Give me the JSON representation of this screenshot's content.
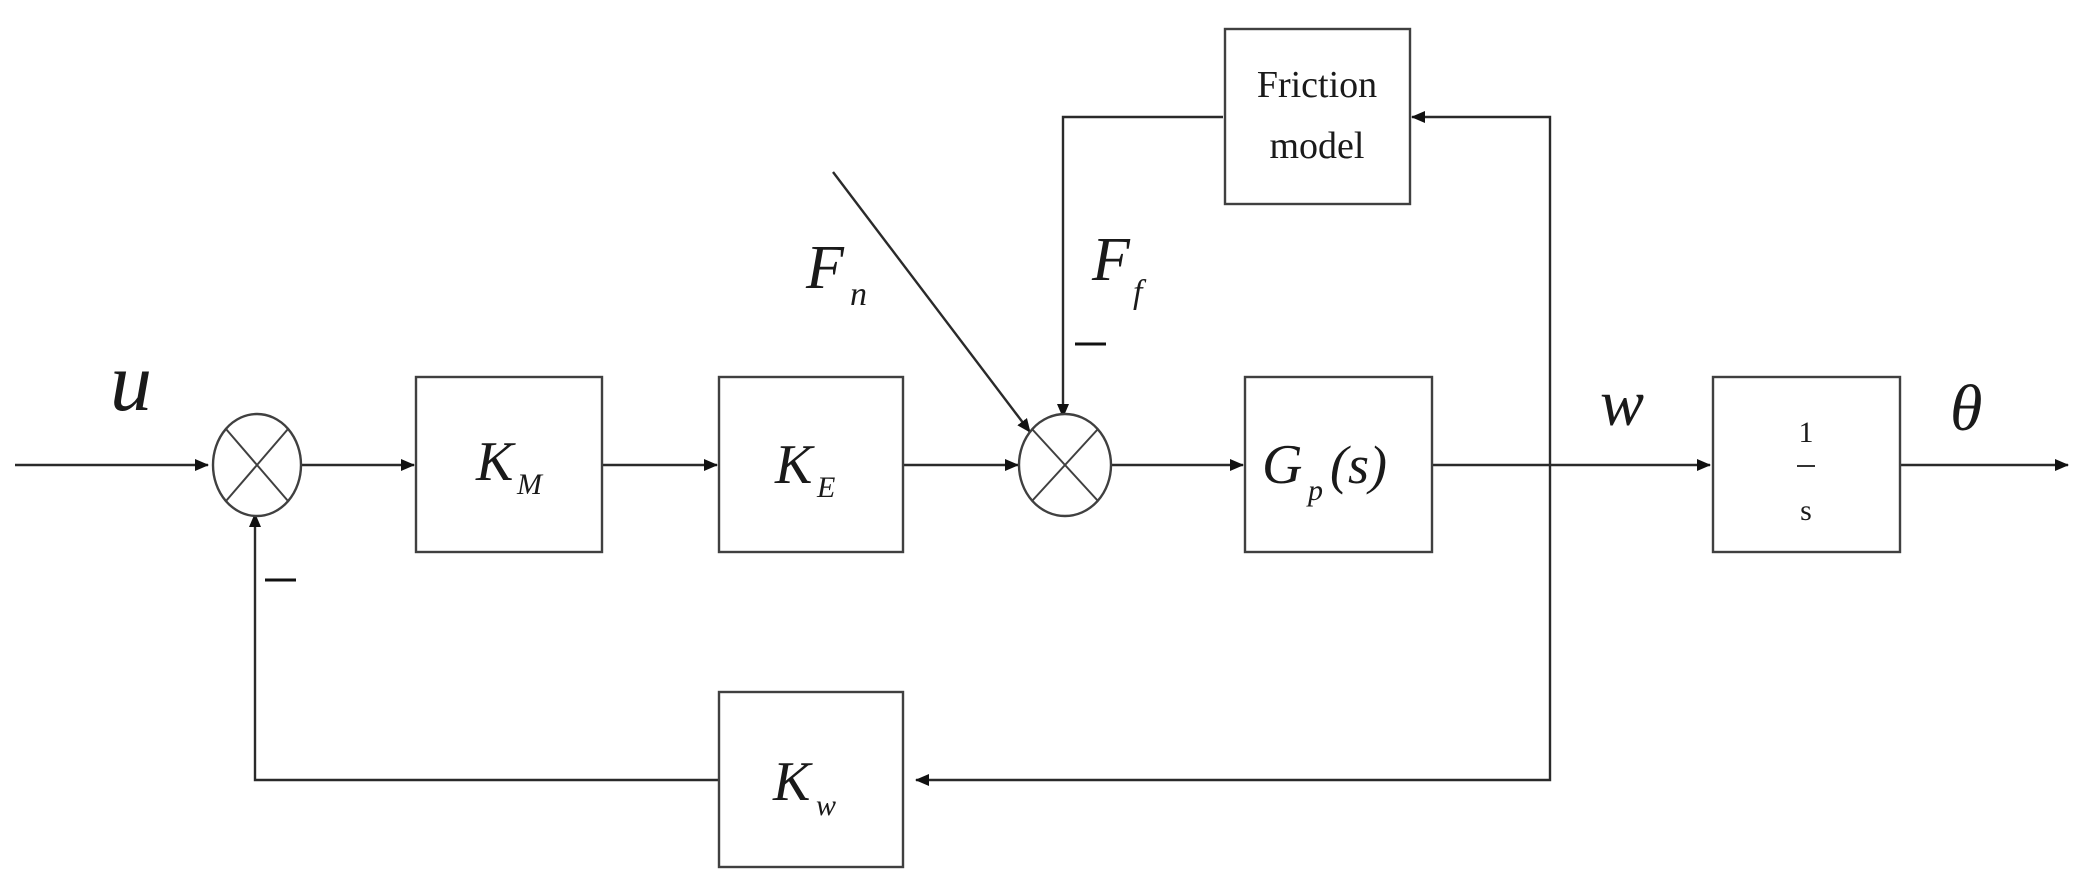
{
  "signals": {
    "input": "u",
    "disturbance_main": "F",
    "disturbance_sub": "n",
    "friction_main": "F",
    "friction_sub": "f",
    "velocity": "w",
    "output": "θ"
  },
  "blocks": {
    "km_main": "K",
    "km_sub": "M",
    "ke_main": "K",
    "ke_sub": "E",
    "gp_main": "G",
    "gp_sub": "p",
    "gp_arg": "(s)",
    "int_num": "1",
    "int_den": "s",
    "kw_main": "K",
    "kw_sub": "w",
    "friction_line1": "Friction",
    "friction_line2": "model"
  },
  "signs": {
    "sum1_feedback": "−",
    "sum2_friction": "−"
  }
}
